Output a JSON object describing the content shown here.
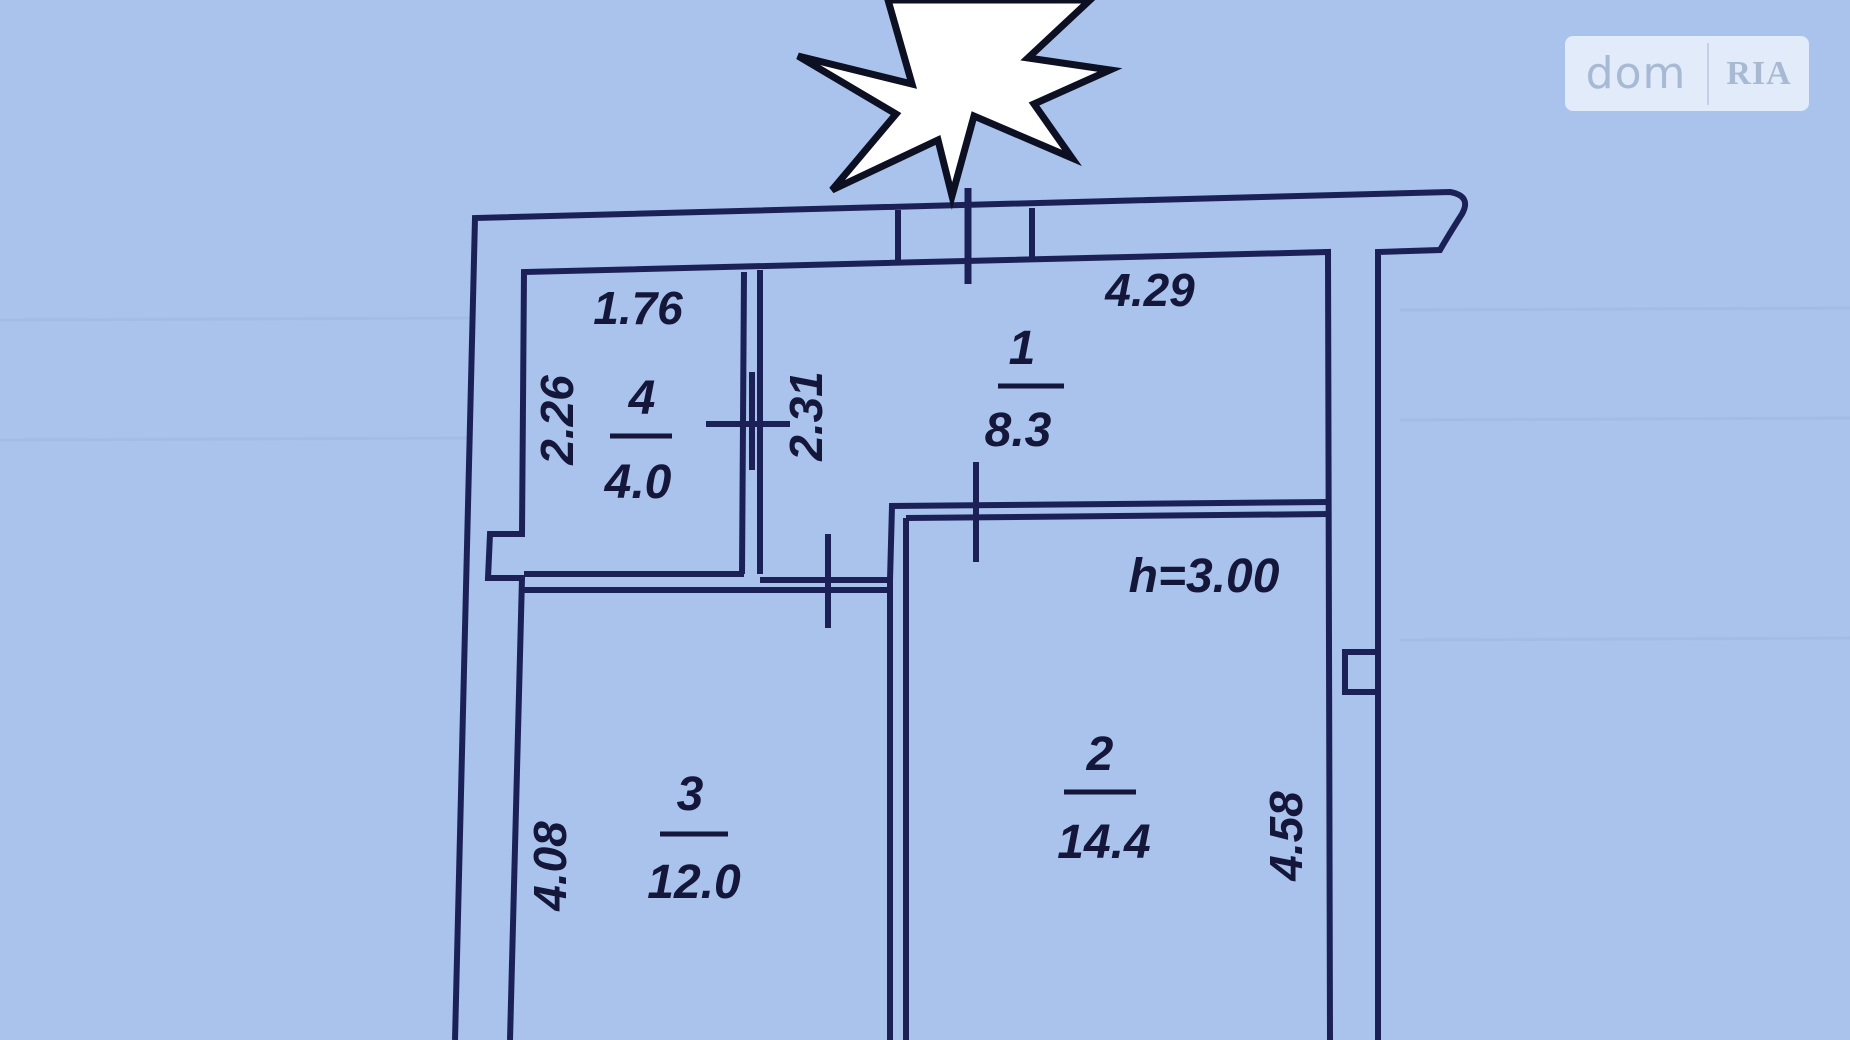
{
  "plan": {
    "height_note": "h=3.00",
    "colors": {
      "background": "#a9c3ec",
      "lines": "#1b2157",
      "star": "#ffffff"
    },
    "rooms": [
      {
        "number": "1",
        "area": "8.3"
      },
      {
        "number": "2",
        "area": "14.4"
      },
      {
        "number": "3",
        "area": "12.0"
      },
      {
        "number": "4",
        "area": "4.0"
      }
    ],
    "dimensions": {
      "room4_width": "1.76",
      "room4_height": "2.26",
      "room1_height": "2.31",
      "room1_width": "4.29",
      "room2_height": "4.58",
      "room3_height": "4.08"
    }
  },
  "watermark": {
    "brand_left": "dom",
    "brand_right": "RIA"
  }
}
